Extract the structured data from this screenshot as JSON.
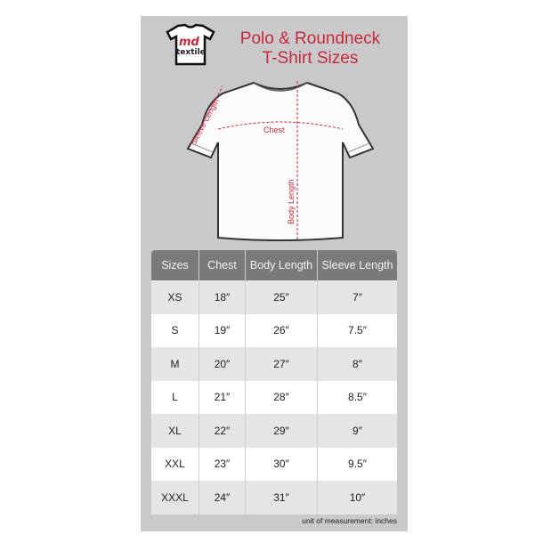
{
  "brand": {
    "logo_text": "md textile",
    "logo_mark": "md",
    "logo_word": "textile"
  },
  "title": {
    "line1": "Polo & Roundneck",
    "line2": "T-Shirt Sizes"
  },
  "diagram": {
    "sleeve_label": "Sleeve Length",
    "chest_label": "Chest",
    "body_label": "Body Length"
  },
  "colors": {
    "accent": "#c8283a",
    "panel": "#c9c9cb",
    "header": "#7a7a7c"
  },
  "table": {
    "headers": [
      "Sizes",
      "Chest",
      "Body Length",
      "Sleeve Length"
    ],
    "rows": [
      [
        "XS",
        "18″",
        "25″",
        "7″"
      ],
      [
        "S",
        "19″",
        "26″",
        "7.5″"
      ],
      [
        "M",
        "20″",
        "27″",
        "8″"
      ],
      [
        "L",
        "21″",
        "28″",
        "8.5″"
      ],
      [
        "XL",
        "22″",
        "29″",
        "9″"
      ],
      [
        "XXL",
        "23″",
        "30″",
        "9.5″"
      ],
      [
        "XXXL",
        "24″",
        "31″",
        "10″"
      ]
    ]
  },
  "footer": "unit of measurement: inches"
}
